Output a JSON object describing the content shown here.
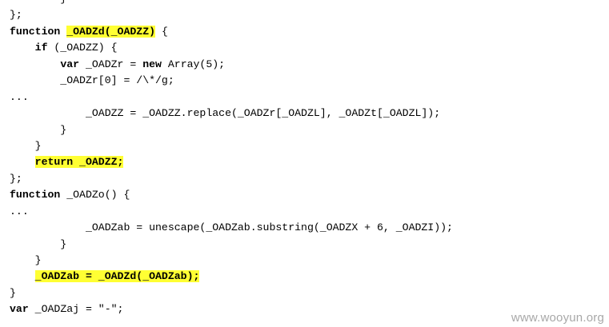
{
  "code": {
    "lines": [
      "        }",
      "};",
      "function _OADZd(_OADZZ) {",
      "    if (_OADZZ) {",
      "        var _OADZr = new Array(5);",
      "        _OADZr[0] = /\\*/g;",
      "...",
      "            _OADZZ = _OADZZ.replace(_OADZr[_OADZL], _OADZt[_OADZL]);",
      "        }",
      "    }",
      "    return _OADZZ;",
      "};",
      "function _OADZo() {",
      "...",
      "            _OADZab = unescape(_OADZab.substring(_OADZX + 6, _OADZI));",
      "        }",
      "    }",
      "    _OADZab = _OADZd(_OADZab);",
      "}",
      "var _OADZaj = \"-\";"
    ]
  },
  "watermark": {
    "text": "www.wooyun.org"
  },
  "colors": {
    "highlight": "#ffff33",
    "text": "#000000",
    "watermark": "#a8a8a8"
  }
}
